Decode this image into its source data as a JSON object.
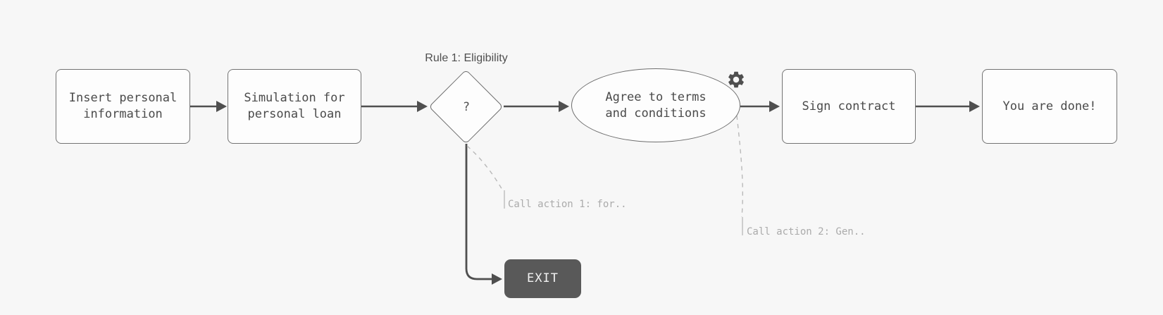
{
  "diagram": {
    "decision_label": "Rule 1: Eligibility",
    "nodes": {
      "insert_info": "Insert personal\ninformation",
      "simulation": "Simulation for\npersonal loan",
      "decision": "?",
      "agree_terms": "Agree to terms\nand conditions",
      "sign_contract": "Sign contract",
      "done": "You are done!",
      "exit": "EXIT"
    },
    "annotations": {
      "action1": "Call action 1: for..",
      "action2": "Call action 2: Gen.."
    },
    "icons": {
      "gear": "gear-icon"
    },
    "colors": {
      "background": "#f7f7f7",
      "node_fill": "#fdfdfd",
      "node_border": "#737373",
      "node_text": "#4a4a4a",
      "arrow": "#4f4f4f",
      "exit_fill": "#595959",
      "exit_text": "#f2f2f2",
      "dashed_leader": "#b9b9b9",
      "annotation_text": "#ababab"
    }
  }
}
